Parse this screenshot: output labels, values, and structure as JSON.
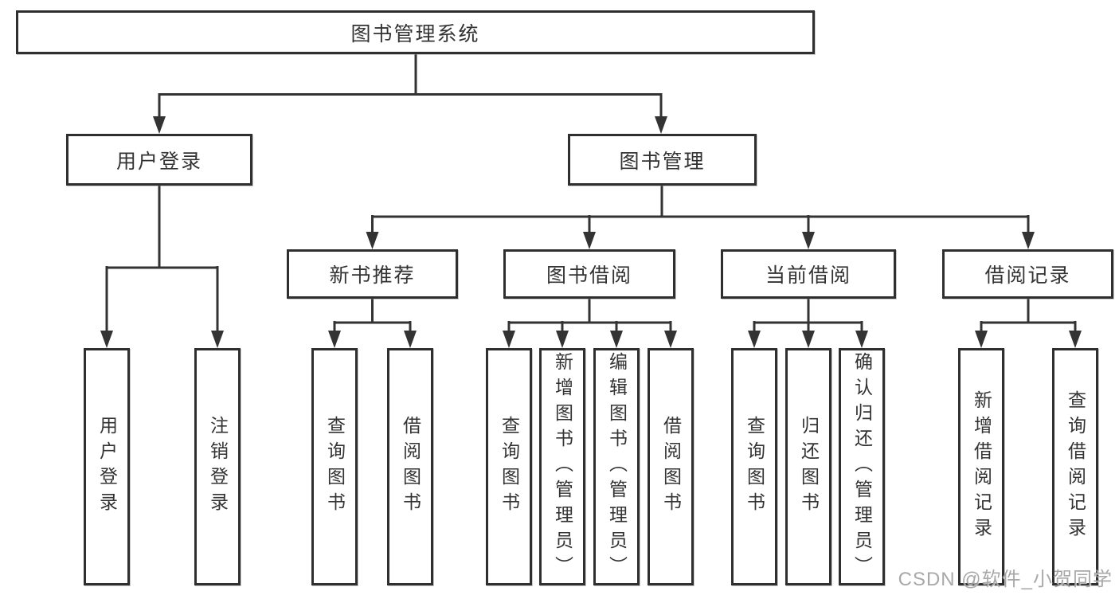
{
  "colors": {
    "line": "#333333",
    "border": "#2f2f2f",
    "text": "#333333",
    "background": "#ffffff",
    "watermark": "#9e9e9e"
  },
  "tree": {
    "root": {
      "label": "图书管理系统"
    },
    "branches": [
      {
        "label": "用户登录",
        "children": [
          {
            "label": "用户登录"
          },
          {
            "label": "注销登录"
          }
        ]
      },
      {
        "label": "图书管理",
        "children": [
          {
            "label": "新书推荐",
            "children": [
              {
                "label": "查询图书"
              },
              {
                "label": "借阅图书"
              }
            ]
          },
          {
            "label": "图书借阅",
            "children": [
              {
                "label": "查询图书"
              },
              {
                "label": "新增图书（管理员）"
              },
              {
                "label": "编辑图书（管理员）"
              },
              {
                "label": "借阅图书"
              }
            ]
          },
          {
            "label": "当前借阅",
            "children": [
              {
                "label": "查询图书"
              },
              {
                "label": "归还图书"
              },
              {
                "label": "确认归还（管理员）"
              }
            ]
          },
          {
            "label": "借阅记录",
            "children": [
              {
                "label": "新增借阅记录"
              },
              {
                "label": "查询借阅记录"
              }
            ]
          }
        ]
      }
    ]
  },
  "watermark": {
    "text": "CSDN @软件_小贺同学"
  }
}
